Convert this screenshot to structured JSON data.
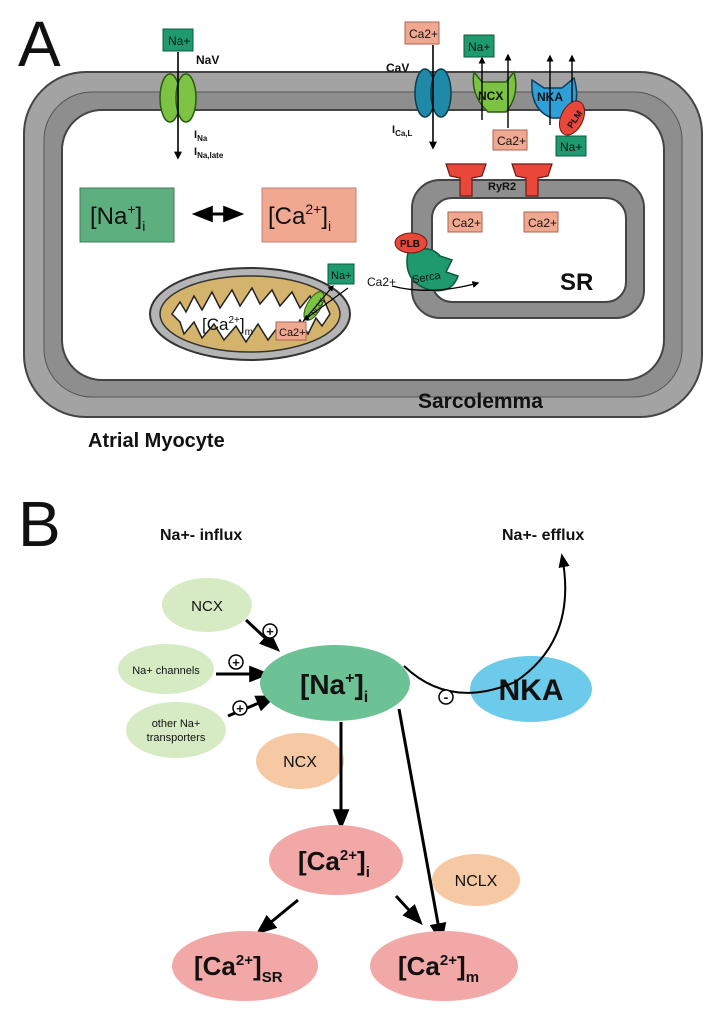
{
  "panel_a": {
    "letter": "A",
    "membrane_label": "Sarcolemma",
    "cell_label": "Atrial Myocyte",
    "na_channel": {
      "label": "NaV",
      "ion": "Na+",
      "current_1": "I",
      "current_1_sub": "Na",
      "current_2": "I",
      "current_2_sub": "Na,late"
    },
    "ca_channel": {
      "label": "CaV",
      "ion": "Ca2+",
      "current": "I",
      "current_sub": "Ca,L"
    },
    "ncx": {
      "label": "NCX",
      "ion_out": "Na+",
      "ion_in": "Ca2+"
    },
    "nka": {
      "label": "NKA",
      "regulator": "PLM",
      "ion_in": "Na+"
    },
    "na_i": {
      "text": "[Na",
      "sup": "+",
      "close": "]",
      "sub": "i"
    },
    "ca_i": {
      "text": "[Ca",
      "sup": "2+",
      "close": "]",
      "sub": "i"
    },
    "sr": {
      "label": "SR",
      "ryr_label": "RyR2",
      "ryr_ion": "Ca2+",
      "pump_label": "Serca",
      "regulator": "PLB",
      "pump_ion": "Ca2+"
    },
    "mito": {
      "ion_na": "Na+",
      "ion_ca": "Ca2+",
      "transporter": "NCLX",
      "ca_m": {
        "text": "[Ca",
        "sup": "2+",
        "close": "]",
        "sub": "m"
      }
    },
    "colors": {
      "na": "#5daf80",
      "ca": "#f0a890",
      "membrane": "#a3a3a3",
      "channel_green": "#7cc243",
      "nka_blue": "#2f9fd8",
      "pump_red": "#e8473a"
    }
  },
  "panel_b": {
    "letter": "B",
    "influx_title": "Na+- influx",
    "efflux_title": "Na+- efflux",
    "ncx_top": "NCX",
    "na_channels_line1": "Na+ channels",
    "other_line1": "other Na+",
    "other_line2": "transporters",
    "plus_sign": "+",
    "minus_sign": "-",
    "na_i": {
      "text": "[Na",
      "sup": "+",
      "close": "]",
      "sub": "i"
    },
    "nka": "NKA",
    "ncx_mid": "NCX",
    "ca_i": {
      "text": "[Ca",
      "sup": "2+",
      "close": "]",
      "sub": "i"
    },
    "nclx": "NCLX",
    "ca_sr": {
      "text": "[Ca",
      "sup": "2+",
      "close": "]",
      "sub": "SR"
    },
    "ca_m": {
      "text": "[Ca",
      "sup": "2+",
      "close": "]",
      "sub": "m"
    },
    "colors": {
      "na_node": "#6cc294",
      "ca_node": "#f3a8a8",
      "nka_node": "#6ccbea",
      "influx_node": "#d6ebc4",
      "ncx_node": "#f6c9a4",
      "nclx_node": "#f6c9a4"
    }
  }
}
